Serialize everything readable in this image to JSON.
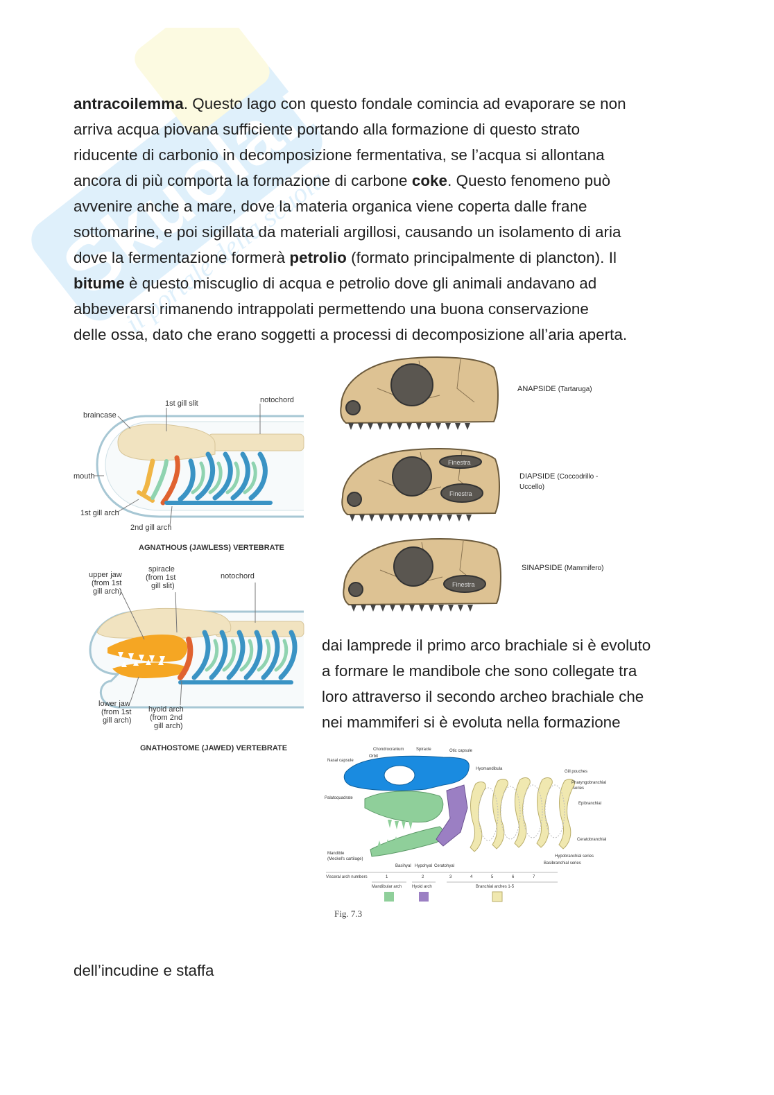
{
  "watermark": {
    "text": "Skuola.net",
    "subtext": "il portale della scuola"
  },
  "paragraph": [
    {
      "bold": "antracoilemma",
      "text": ". Questo lago con questo fondale comincia ad evaporare se non"
    },
    {
      "text": "arriva acqua piovana sufficiente portando alla formazione di questo strato"
    },
    {
      "text": "riducente di carbonio in decomposizione fermentativa, se l’acqua si allontana"
    },
    {
      "pre": "ancora di più comporta la formazione di carbone ",
      "bold": "coke",
      "text": ". Questo fenomeno può"
    },
    {
      "text": "avvenire anche a mare, dove la materia organica viene coperta dalle frane"
    },
    {
      "text": "sottomarine, e poi sigillata da materiali argillosi, causando un isolamento di aria"
    },
    {
      "pre": "dove la fermentazione formerà ",
      "bold": "petrolio",
      "text": " (formato principalmente di plancton). Il"
    },
    {
      "bold": "bitume",
      "text": " è questo miscuglio di acqua e petrolio dove gli animali andavano ad"
    },
    {
      "text": "abbeverarsi rimanendo intrappolati permettendo una buona conservazione"
    },
    {
      "text": "delle ossa, dato che erano soggetti a processi di decomposizione all’aria aperta."
    }
  ],
  "fig_agnathous": {
    "labels": {
      "braincase": "braincase",
      "gill_slit": "1st gill slit",
      "notochord": "notochord",
      "mouth": "mouth",
      "gill_arch_1": "1st gill arch",
      "gill_arch_2": "2nd gill arch"
    },
    "caption": "AGNATHOUS (JAWLESS) VERTEBRATE"
  },
  "fig_gnathostome": {
    "labels": {
      "upper_jaw": [
        "upper jaw",
        "(from 1st",
        "gill arch)"
      ],
      "spiracle": [
        "spiracle",
        "(from 1st",
        "gill slit)"
      ],
      "notochord": "notochord",
      "lower_jaw": [
        "lower jaw",
        "(from 1st",
        "gill arch)"
      ],
      "hyoid": [
        "hyoid arch",
        "(from 2nd",
        "gill arch)"
      ]
    },
    "caption": "GNATHOSTOME (JAWED) VERTEBRATE"
  },
  "skulls": [
    {
      "name": "ANAPSIDE",
      "note": "(Tartaruga)"
    },
    {
      "name": "DIAPSIDE",
      "note": "(Coccodrillo -",
      "note2": "Uccello)",
      "fenestra1": "Finestra",
      "fenestra2": "Finestra"
    },
    {
      "name": "SINAPSIDE",
      "note": "(Mammifero)",
      "fenestra1": "Finestra"
    }
  ],
  "side_text": [
    "dai lamprede il primo arco brachiale si è evoluto",
    "a formare le mandibole che sono collegate tra",
    "loro attraverso il secondo archeo brachiale che",
    "nei mammiferi si è evoluta nella formazione"
  ],
  "fig_arches": {
    "labels": {
      "nasal": "Nasal capsule",
      "orbit": "Orbit",
      "chondrocranium": "Chondrocranium",
      "spiracle": "Spiracle",
      "otic": "Otic capsule",
      "hyomandibula": "Hyomandibula",
      "gill_pouches": "Gill pouches",
      "pharyngo": "Pharyngobranchial",
      "series": "series",
      "palato": "Palatoquadrate",
      "epibranchial": "Epibranchial",
      "cerato": "Ceratobranchial",
      "hypobranchial": "Hypobranchial series",
      "basibranchial": "Basibranchial series",
      "mandible": "Mandible",
      "meckel": "(Meckel's cartilage)",
      "basihyal": "Basihyal",
      "hypohyal": "Hypohyal",
      "ceratohyal": "Ceratohyal",
      "visceral": "Visceral arch numbers",
      "mandibular_arch": "Mandibular arch",
      "hyoid_arch": "Hyoid arch",
      "branchial": "Branchial arches 1-5"
    },
    "numbers": [
      "1",
      "2",
      "3",
      "4",
      "5",
      "6",
      "7"
    ],
    "caption": "Fig. 7.3",
    "colors": {
      "cranium": "#1a8be0",
      "mandibular": "#8fcf9a",
      "hyoid": "#9b7fc3",
      "branchial": "#f0e8b0"
    }
  },
  "tail_text": "dell’incudine e staffa"
}
